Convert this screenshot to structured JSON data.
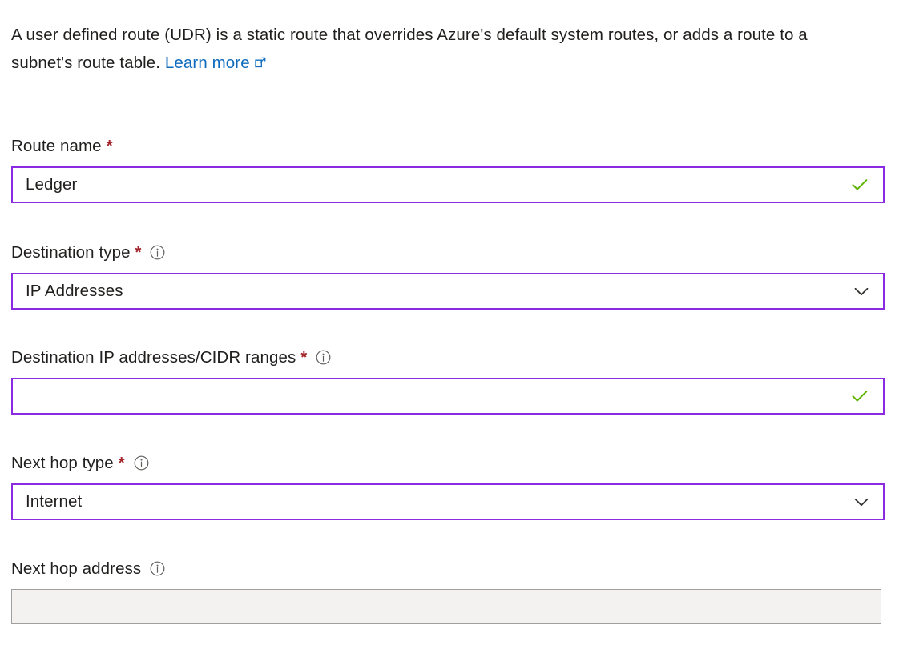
{
  "intro": {
    "text_part1": "A user defined route (UDR) is a static route that overrides Azure's default system routes, or adds a route to a subnet's route table.",
    "link_label": "Learn more",
    "link_icon": "external-link-icon"
  },
  "colors": {
    "focus_border": "#8a2be2",
    "required_asterisk": "#a4262c",
    "valid_check": "#5db300",
    "link": "#0f6cbd",
    "text": "#201f1e",
    "disabled_background": "#f3f2f1",
    "disabled_border": "#a19f9d"
  },
  "fields": [
    {
      "id": "route-name",
      "label": "Route name",
      "required": true,
      "has_info": false,
      "control_type": "text",
      "value": "Ledger",
      "placeholder": "",
      "state": "focused",
      "validation_icon": "checkmark-icon"
    },
    {
      "id": "destination-type",
      "label": "Destination type",
      "required": true,
      "has_info": true,
      "info_icon": "info-icon",
      "control_type": "select",
      "value": "IP Addresses",
      "state": "focused",
      "validation_icon": "chevron-down-icon",
      "options": [
        "IP Addresses"
      ]
    },
    {
      "id": "destination-cidr",
      "label": "Destination IP addresses/CIDR ranges",
      "required": true,
      "has_info": true,
      "info_icon": "info-icon",
      "control_type": "text",
      "value": "",
      "placeholder": "",
      "state": "focused",
      "validation_icon": "checkmark-icon"
    },
    {
      "id": "next-hop-type",
      "label": "Next hop type",
      "required": true,
      "has_info": true,
      "info_icon": "info-icon",
      "control_type": "select",
      "value": "Internet",
      "state": "focused",
      "validation_icon": "chevron-down-icon",
      "options": [
        "Internet"
      ]
    },
    {
      "id": "next-hop-address",
      "label": "Next hop address",
      "required": false,
      "has_info": true,
      "info_icon": "info-icon",
      "control_type": "text",
      "value": "",
      "placeholder": "",
      "state": "disabled",
      "validation_icon": ""
    }
  ]
}
